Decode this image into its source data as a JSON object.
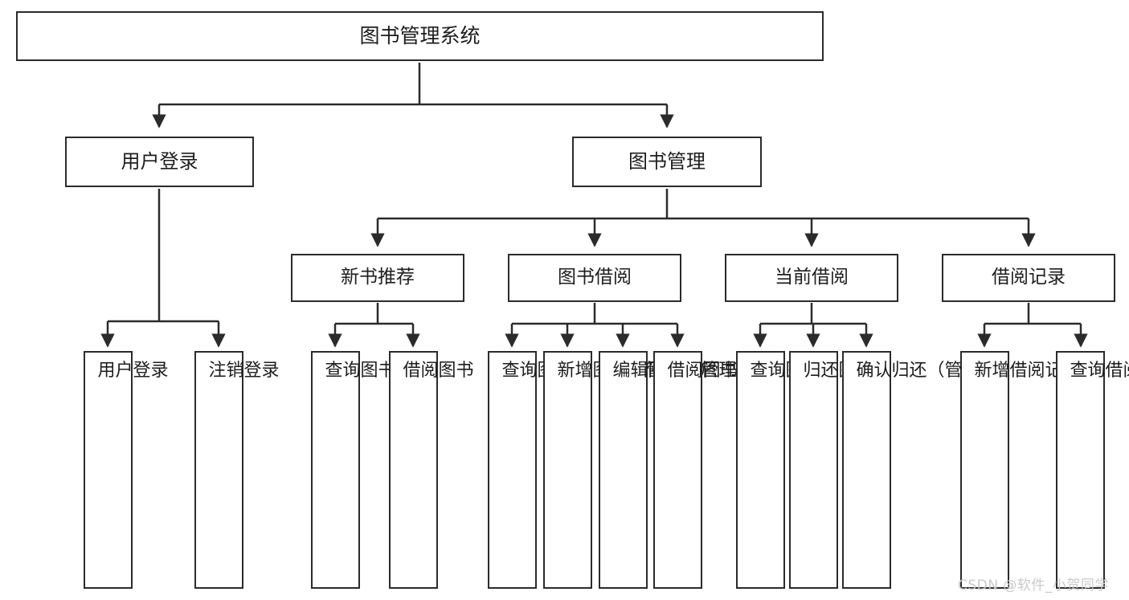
{
  "diagram": {
    "title": "图书管理系统",
    "type": "hierarchy-tree",
    "root": {
      "id": "root",
      "label": "图书管理系统"
    },
    "level2": [
      {
        "id": "user-login",
        "label": "用户登录"
      },
      {
        "id": "book-manage",
        "label": "图书管理"
      }
    ],
    "level3": [
      {
        "id": "new-book-recommend",
        "label": "新书推荐",
        "parent": "book-manage"
      },
      {
        "id": "book-borrow",
        "label": "图书借阅",
        "parent": "book-manage"
      },
      {
        "id": "current-borrow",
        "label": "当前借阅",
        "parent": "book-manage"
      },
      {
        "id": "borrow-record",
        "label": "借阅记录",
        "parent": "book-manage"
      }
    ],
    "leaves": {
      "user_login": [
        {
          "id": "leaf-user-login",
          "label": "用户登录"
        },
        {
          "id": "leaf-logout",
          "label": "注销登录"
        }
      ],
      "new_book_recommend": [
        {
          "id": "leaf-query-book-1",
          "label": "查询图书"
        },
        {
          "id": "leaf-borrow-book-1",
          "label": "借阅图书"
        }
      ],
      "book_borrow": [
        {
          "id": "leaf-query-book-2",
          "label": "查询图书"
        },
        {
          "id": "leaf-add-book",
          "label": "新增图书（管理员）"
        },
        {
          "id": "leaf-edit-book",
          "label": "编辑图书（管理员）"
        },
        {
          "id": "leaf-borrow-book-2",
          "label": "借阅图书"
        }
      ],
      "current_borrow": [
        {
          "id": "leaf-query-book-3",
          "label": "查询图书"
        },
        {
          "id": "leaf-return-book",
          "label": "归还图书"
        },
        {
          "id": "leaf-confirm-return",
          "label": "确认归还（管理员）"
        }
      ],
      "borrow_record": [
        {
          "id": "leaf-add-record",
          "label": "新增借阅记录"
        },
        {
          "id": "leaf-query-record",
          "label": "查询借阅记录"
        }
      ]
    }
  },
  "watermark": {
    "text": "CSDN @软件_小贺同学"
  },
  "colors": {
    "stroke": "#2b2b2b",
    "fill": "#ffffff",
    "text": "#1d1d1d",
    "watermark": "#c9c9c9"
  }
}
